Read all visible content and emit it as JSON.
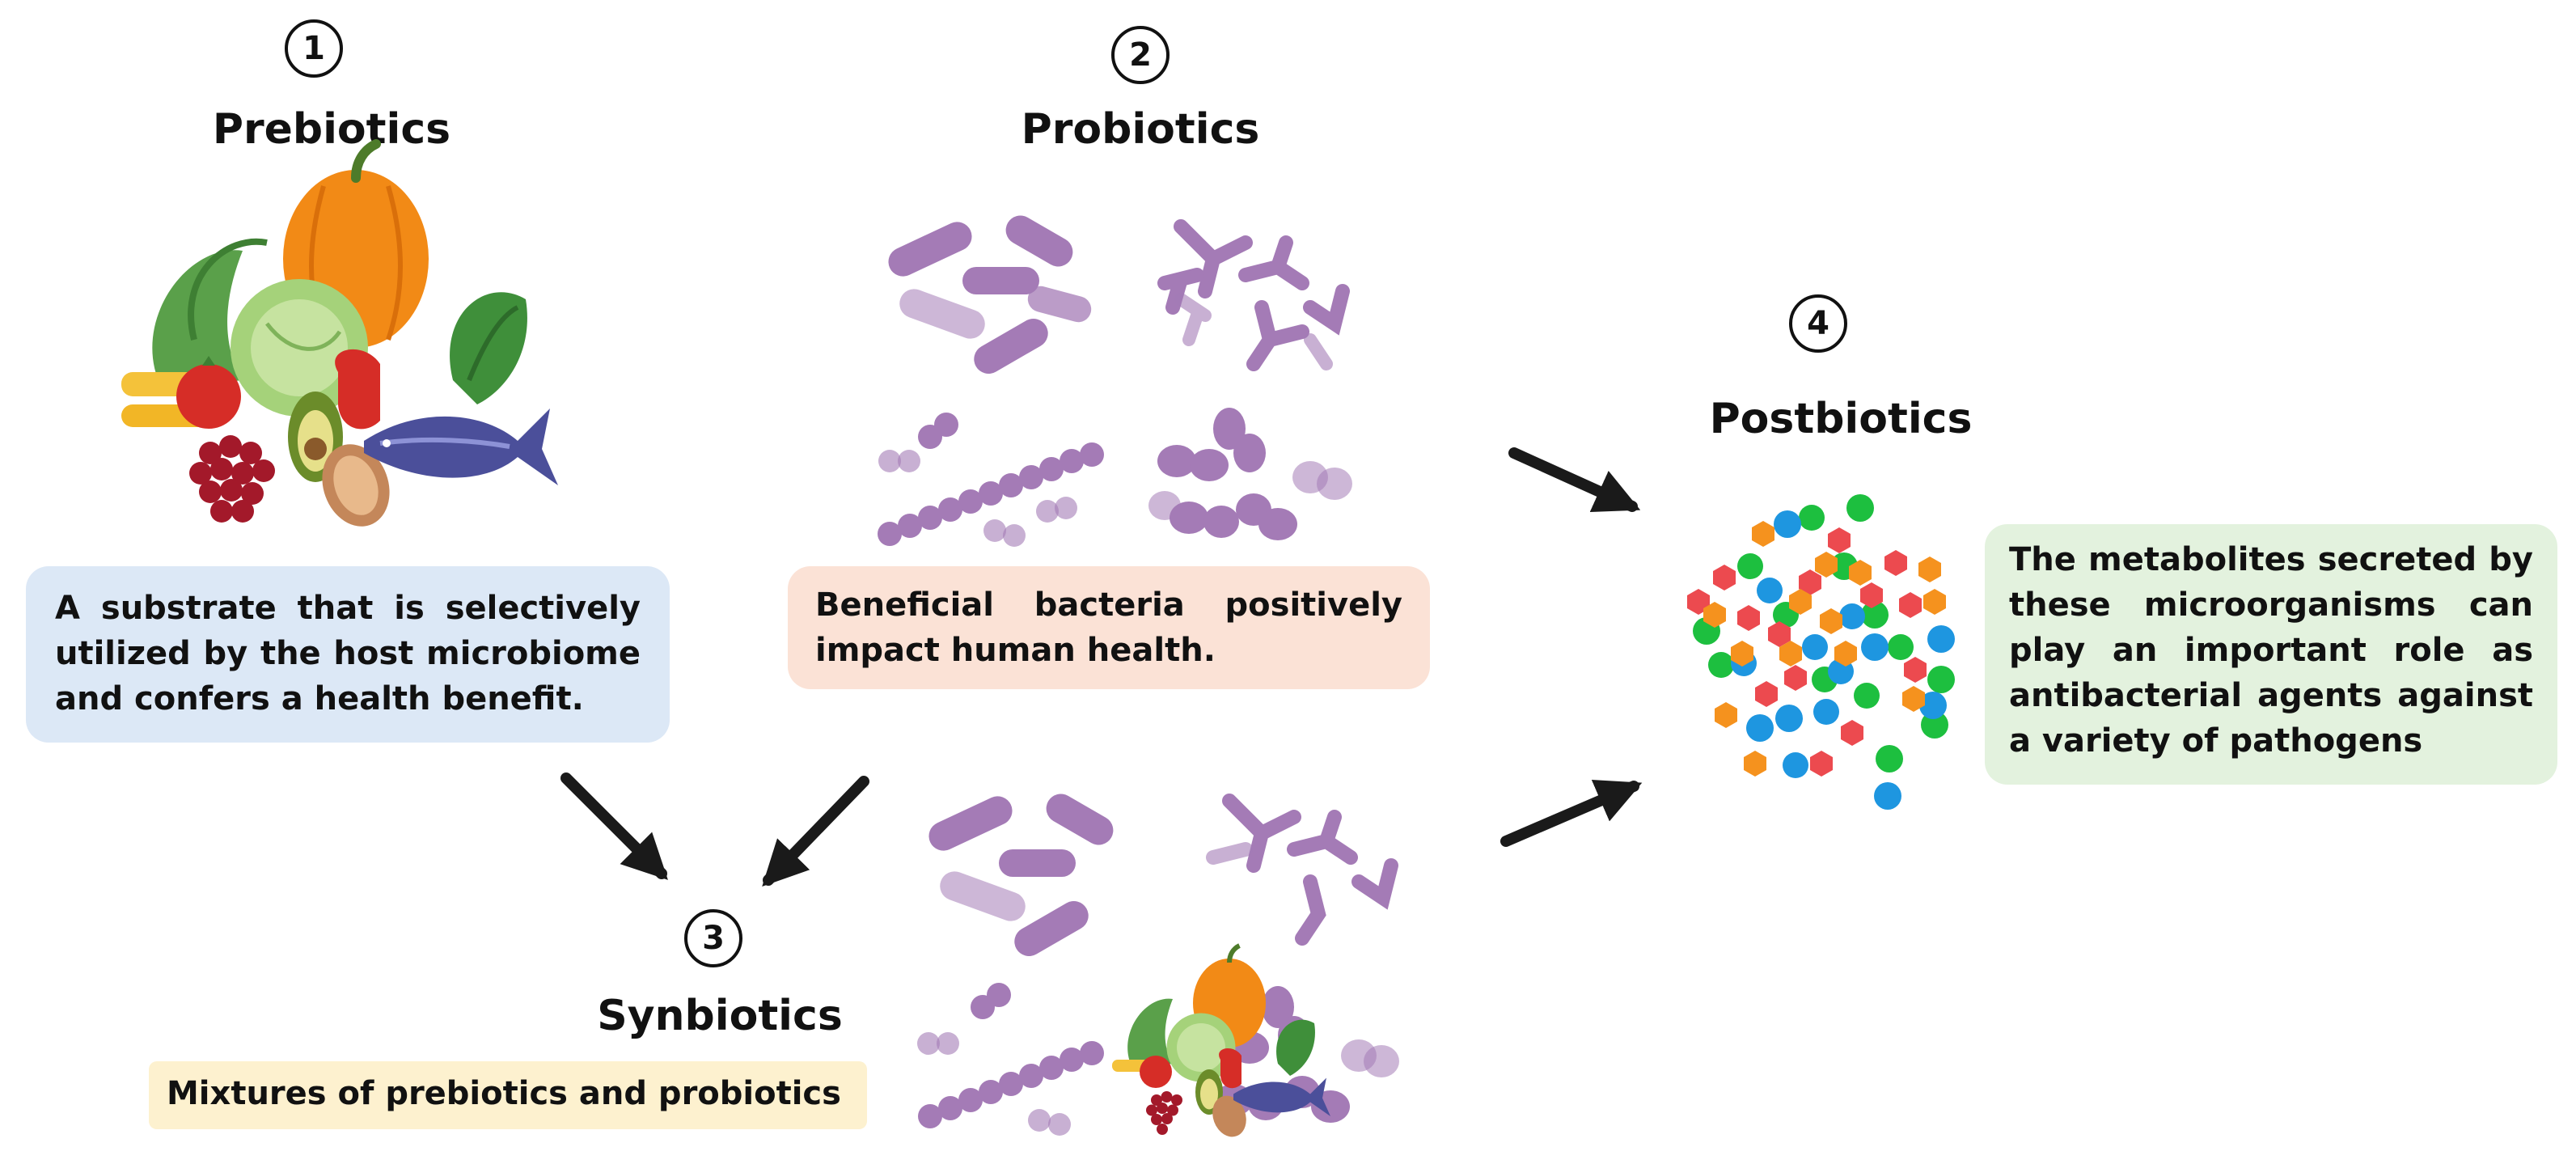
{
  "prebiotics": {
    "number": "1",
    "title": "Prebiotics",
    "description": "A substrate that is selectively utilized by the host microbiome and confers a health benefit."
  },
  "probiotics": {
    "number": "2",
    "title": "Probiotics",
    "description": "Beneficial bacteria positively impact human health."
  },
  "synbiotics": {
    "number": "3",
    "title": "Synbiotics",
    "description": "Mixtures of prebiotics and probiotics"
  },
  "postbiotics": {
    "number": "4",
    "title": "Postbiotics",
    "description": "The metabolites secreted by these microorganisms can play an important role as antibacterial agents against a variety of pathogens"
  },
  "colors": {
    "prebiotics_box": "#dce8f6",
    "probiotics_box": "#fbe2d6",
    "synbiotics_box": "#fdf1cf",
    "postbiotics_box": "#e3f2de",
    "bacteria": "#a47bb6",
    "metabolite_orange": "#f5921e",
    "metabolite_red": "#ec4a4f",
    "metabolite_green": "#1dbf3f",
    "metabolite_blue": "#1e96e0"
  }
}
